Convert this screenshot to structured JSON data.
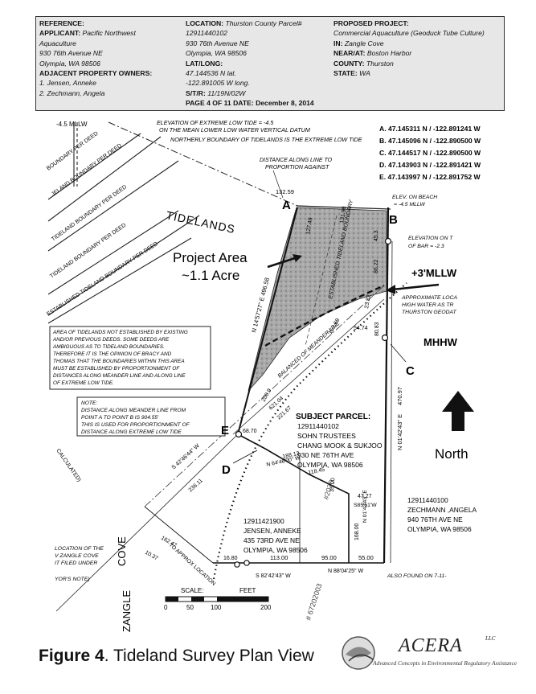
{
  "header": {
    "col1": [
      {
        "label": "REFERENCE:",
        "value": ""
      },
      {
        "label": "APPLICANT:",
        "value": "Pacific Northwest"
      },
      {
        "label": "",
        "value": "Aquaculture"
      },
      {
        "label": "",
        "value": "930 76th Avenue NE"
      },
      {
        "label": "",
        "value": "Olympia, WA 98506"
      },
      {
        "label": "ADJACENT PROPERTY OWNERS:",
        "value": ""
      },
      {
        "label": "",
        "value": "1. Jensen, Anneke"
      },
      {
        "label": "",
        "value": "2. Zechmann, Angela"
      }
    ],
    "col2": [
      {
        "label": "LOCATION:",
        "value": "Thurston County Parcel#"
      },
      {
        "label": "",
        "value": "12911440102"
      },
      {
        "label": "",
        "value": "930 76th Avenue NE"
      },
      {
        "label": "",
        "value": "Olympia, WA 98506"
      },
      {
        "label": "LAT/LONG:",
        "value": ""
      },
      {
        "label": "",
        "value": "47.144536 N lat."
      },
      {
        "label": "",
        "value": "-122.891005 W long."
      },
      {
        "label": "S/T/R:",
        "value": "11/19N/02W"
      },
      {
        "label": "PAGE 4 OF 11  DATE: December 8, 2014",
        "value": ""
      }
    ],
    "col3": [
      {
        "label": "PROPOSED PROJECT:",
        "value": ""
      },
      {
        "label": "",
        "value": "Commercial Aquaculture (Geoduck Tube Culture)"
      },
      {
        "label": "IN:",
        "value": "Zangle Cove"
      },
      {
        "label": "NEAR/AT:",
        "value": "Boston Harbor"
      },
      {
        "label": "COUNTY:",
        "value": "Thurston"
      },
      {
        "label": "STATE:",
        "value": "WA"
      }
    ]
  },
  "coordinates": [
    "A. 47.145311 N / -122.891241 W",
    "B. 47.145096 N / -122.890500 W",
    "C. 47.144517 N / -122.890500 W",
    "D. 47.143903 N / -122.891421 W",
    "E. 47.143997 N / -122.891752 W"
  ],
  "points": {
    "a": "A",
    "b": "B",
    "c": "C",
    "d": "D",
    "e": "E"
  },
  "labels": {
    "project_area_1": "Project Area",
    "project_area_2": "~1.1 Acre",
    "mllw": "+3'MLLW",
    "mhhw": "MHHW",
    "north": "North",
    "tidelands": "TIDELANDS",
    "subject_parcel": "SUBJECT PARCEL:",
    "subject_lines": [
      "12911440102",
      "SOHN TRUSTEES",
      "CHANG MOOK & SUKJOO",
      "930 NE 76TH AVE",
      "OLYMPIA, WA 98506"
    ],
    "jensen_lines": [
      "12911421900",
      "JENSEN, ANNEKE",
      "435 73RD AVE NE",
      "OLYMPIA, WA 98506"
    ],
    "zechmann_lines": [
      "12911440100",
      "ZECHMANN ,ANGELA",
      "940 76TH AVE NE",
      "OLYMPIA, WA 98506"
    ]
  },
  "survey": {
    "top_left": "-4.5 MLLW",
    "elev_1": "ELEVATION OF EXTREME LOW TIDE = -4.5",
    "elev_2": "ON THE MEAN LOWER LOW WATER VERTICAL DATUM",
    "elev_3": "NORTHERLY BOUNDARY OF TIDELANDS IS THE EXTREME LOW TIDE",
    "dist_1": "DISTANCE ALONG LINE TO",
    "dist_2": "PROPORTION AGAINST",
    "elev_beach_1": "ELEV. ON BEACH",
    "elev_beach_2": "= -4.5 MLLW",
    "elev_bar_1": "ELEVATION ON T",
    "elev_bar_2": "OF BAR = -2.3",
    "approx_1": "APPROXIMATE LOCA",
    "approx_2": "HIGH WATER AS TR",
    "approx_3": "THURSTON GEODAT",
    "note_box": [
      "AREA OF TIDELANDS NOT ESTABLISHED BY EXISTING",
      "AND/OR PREVIOUS DEEDS. SOME DEEDS ARE",
      "AMBIGUOUS AS TO TIDELAND BOUNDARIES.",
      "THEREFORE IT IS THE OPINION OF BRACY AND",
      "THOMAS THAT THE BOUNDARIES WITHIN THIS AREA",
      "MUST BE ESTABLISHED BY PROPORTIONMENT OF",
      "DISTANCES ALONG MEANDER LINE AND ALONG LINE",
      "OF EXTREME LOW TIDE."
    ],
    "note2": [
      "NOTE:",
      "DISTANCE ALONG MEANDER LINE FROM",
      "POINT A TO POINT B IS 904.55'",
      "THIS IS USED FOR PROPORTIONMENT OF",
      "DISTANCE ALONG EXTREME LOW TIDE"
    ],
    "deed_1": "ESTABLISHED TIDELAND BOUNDARY PER DEED",
    "deed_2": "TIDELAND BOUNDARY PER DEED",
    "deed_3": "JELAND BOUNDARY PER DEED",
    "deed_4": "BOUNDARY PER DEED",
    "bearing_west": "N 14'57'27\" E 496.58",
    "bearing_east": "N 01'42'43\" E",
    "bearing_east_dist": "470.97",
    "dist_132": "132.59",
    "dist_127": "127.49",
    "dist_131": "131.98",
    "dist_453": "45.3",
    "dist_8622": "86.22",
    "dist_2382": "23.82",
    "dist_8083": "80.83",
    "dist_5474": "54.74",
    "dist_15269": "152.69",
    "dist_200": "200.9",
    "dist_62104": "621.04",
    "dist_22167": "221.67",
    "dist_6870": "68.70",
    "dist_18813": "188.13",
    "dist_11845": "118.45",
    "dist_4727": "47.27",
    "dist_16800": "168.00",
    "dist_11300": "113.00",
    "dist_9500": "95.00",
    "dist_5500": "55.00",
    "dist_16247": "162.47",
    "dist_23611": "236.11",
    "dist_3500": "35.00",
    "dist_1037": "10.37",
    "dist_1680": "16.80",
    "bearing_s8551": "S85'51'W",
    "bearing_s4246": "S 42'46'44\" W",
    "bearing_n0142": "N 01'42'43\" E",
    "bearing_n8804": "N 88'04'25\" W",
    "bearing_s8242": "S 82'42'43\" W",
    "bearing_n64": "N 64'46'00\" W",
    "established_line": "ESTABLISHED TIDELAND BOUNDARY",
    "meander_line": "BALANCED OF MEANDER LINE",
    "zangle_cove_1": "ZANGLE",
    "zangle_cove_2": "COVE",
    "location_note": [
      "LOCATION OF THE",
      "V ZANGLE COVE",
      "IT FILED UNDER",
      "YOR'S NOTE)"
    ],
    "approx_location": "TO APPROX LOCATION",
    "also_found": "ALSO FOUND ON 7-11-",
    "calculated": "CALCULATED)",
    "scale": "SCALE:",
    "feet": "FEET",
    "scale_ticks": [
      "0",
      "50",
      "100",
      "200"
    ],
    "stamp_1": "#2070",
    "stamp_2": "# 67202003"
  },
  "caption": {
    "figure": "Figure 4",
    "text": ". Tideland Survey Plan View"
  },
  "logo": {
    "word": "ACERA",
    "mark": "LLC",
    "tagline": "Advanced Concepts in Environmental Regulatory Assistance"
  }
}
